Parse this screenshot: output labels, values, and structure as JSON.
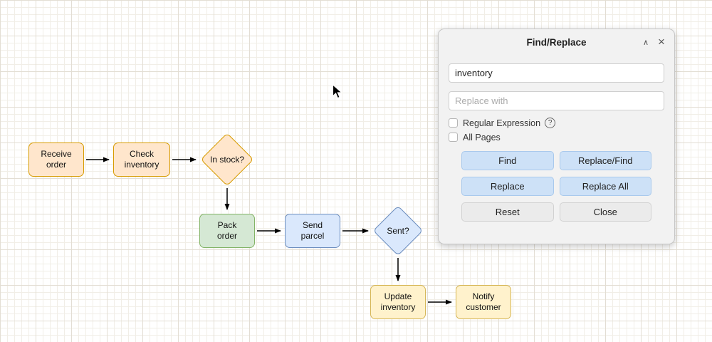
{
  "canvas": {
    "grid_minor_color": "#f1eee7",
    "grid_major_color": "#e3ded4"
  },
  "diagram": {
    "nodes": [
      {
        "label": "Receive order",
        "shape": "rounded-rect",
        "fill": "#ffe6cc",
        "stroke": "#d79b00"
      },
      {
        "label": "Check inventory",
        "shape": "rounded-rect",
        "fill": "#ffe6cc",
        "stroke": "#d79b00"
      },
      {
        "label": "In stock?",
        "shape": "diamond",
        "fill": "#ffe6cc",
        "stroke": "#d79b00"
      },
      {
        "label": "Pack order",
        "shape": "rounded-rect",
        "fill": "#d5e8d4",
        "stroke": "#82b366"
      },
      {
        "label": "Send parcel",
        "shape": "rounded-rect",
        "fill": "#dae8fc",
        "stroke": "#6c8ebf"
      },
      {
        "label": "Sent?",
        "shape": "diamond",
        "fill": "#dae8fc",
        "stroke": "#6c8ebf"
      },
      {
        "label": "Update inventory",
        "shape": "rounded-rect",
        "fill": "#fff2cc",
        "stroke": "#d6b656"
      },
      {
        "label": "Notify customer",
        "shape": "rounded-rect",
        "fill": "#fff2cc",
        "stroke": "#d6b656"
      }
    ],
    "edges": [
      {
        "from": "Receive order",
        "to": "Check inventory"
      },
      {
        "from": "Check inventory",
        "to": "In stock?"
      },
      {
        "from": "In stock?",
        "to": "Pack order"
      },
      {
        "from": "Pack order",
        "to": "Send parcel"
      },
      {
        "from": "Send parcel",
        "to": "Sent?"
      },
      {
        "from": "Sent?",
        "to": "Update inventory"
      },
      {
        "from": "Update inventory",
        "to": "Notify customer"
      }
    ]
  },
  "dialog": {
    "title": "Find/Replace",
    "find_input": {
      "value": "inventory"
    },
    "replace_input": {
      "placeholder": "Replace with"
    },
    "options": [
      {
        "label": "Regular Expression",
        "checked": false,
        "help_icon": "?"
      },
      {
        "label": "All Pages",
        "checked": false
      }
    ],
    "buttons": [
      {
        "label": "Find",
        "style": "primary"
      },
      {
        "label": "Replace/Find",
        "style": "primary"
      },
      {
        "label": "Replace",
        "style": "primary"
      },
      {
        "label": "Replace All",
        "style": "primary"
      },
      {
        "label": "Reset",
        "style": "default"
      },
      {
        "label": "Close",
        "style": "default"
      }
    ],
    "colors": {
      "primary_button_bg": "#cde1f7",
      "primary_button_border": "#a9c9ec",
      "default_button_bg": "#ebebeb"
    }
  }
}
